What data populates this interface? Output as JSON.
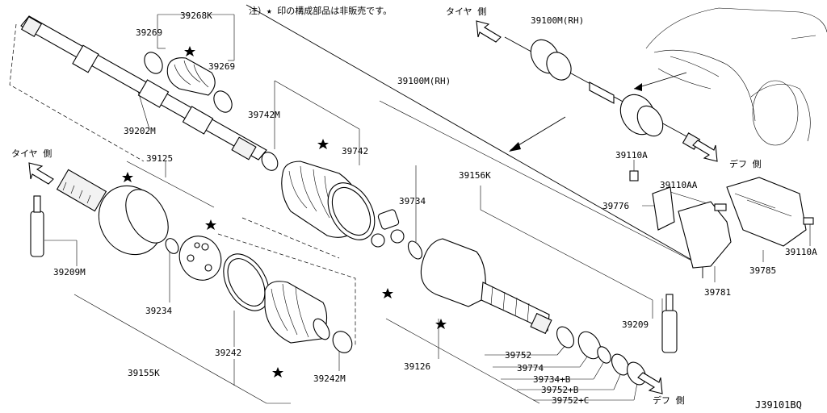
{
  "note": "注）★ 印の構成部品は非販売です。",
  "diagram_code": "J39101BQ",
  "side_labels": {
    "tire_top": "タイヤ 側",
    "tire_left": "タイヤ 側",
    "diff_right": "デフ 側",
    "diff_bottom": "デフ 側"
  },
  "part_numbers": {
    "p39268K": "39268K",
    "p39269a": "39269",
    "p39269b": "39269",
    "p39202M": "39202M",
    "p39742M": "39742M",
    "p39742": "39742",
    "p39100M_center": "39100M(RH)",
    "p39100M_top": "39100M(RH)",
    "p39125": "39125",
    "p39209M": "39209M",
    "p39234": "39234",
    "p39155K": "39155K",
    "p39242": "39242",
    "p39242M": "39242M",
    "p39734": "39734",
    "p39156K": "39156K",
    "p39126": "39126",
    "p39209": "39209",
    "p39752": "39752",
    "p39774": "39774",
    "p39734B": "39734+B",
    "p39752B": "39752+B",
    "p39752C": "39752+C",
    "p39110A_top": "39110A",
    "p39110AA": "39110AA",
    "p39776": "39776",
    "p39785": "39785",
    "p39110A_right": "39110A",
    "p39781": "39781"
  }
}
